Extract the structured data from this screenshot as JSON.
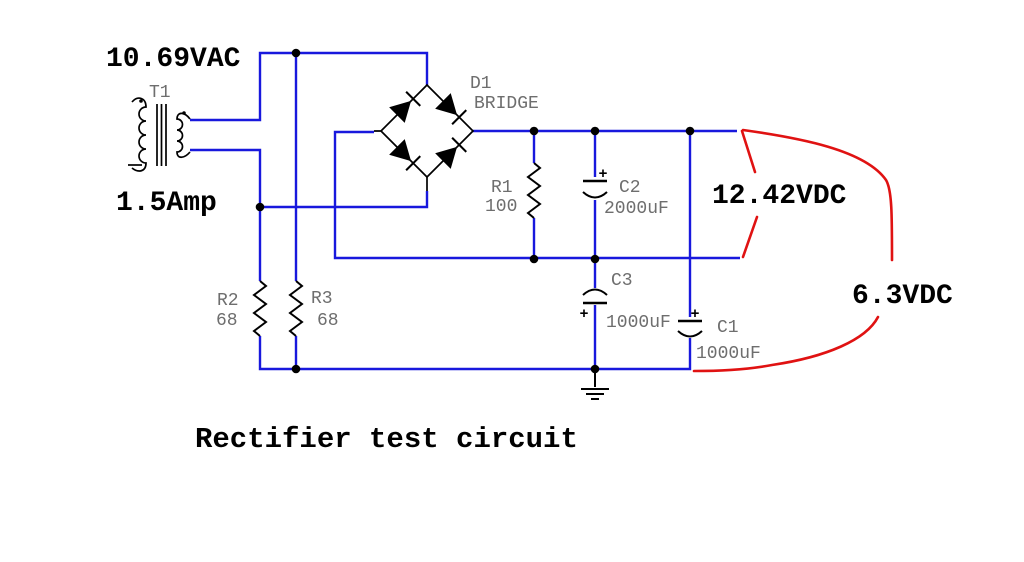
{
  "title": "Rectifier test circuit",
  "annotations": {
    "input_voltage": "10.69VAC",
    "input_current": "1.5Amp",
    "output_full": "12.42VDC",
    "output_half": "6.3VDC"
  },
  "components": {
    "transformer": {
      "ref": "T1"
    },
    "bridge": {
      "ref": "D1",
      "type": "BRIDGE"
    },
    "resistors": [
      {
        "ref": "R1",
        "value": "100"
      },
      {
        "ref": "R2",
        "value": "68"
      },
      {
        "ref": "R3",
        "value": "68"
      }
    ],
    "capacitors": [
      {
        "ref": "C1",
        "value": "1000uF",
        "polarity": "+"
      },
      {
        "ref": "C2",
        "value": "2000uF",
        "polarity": "+"
      },
      {
        "ref": "C3",
        "value": "1000uF",
        "polarity": "+"
      }
    ]
  },
  "colors": {
    "wire": "#1818dd",
    "component": "#000000",
    "label": "#6e6e6e",
    "annotation": "#e01212",
    "background": "#ffffff"
  }
}
